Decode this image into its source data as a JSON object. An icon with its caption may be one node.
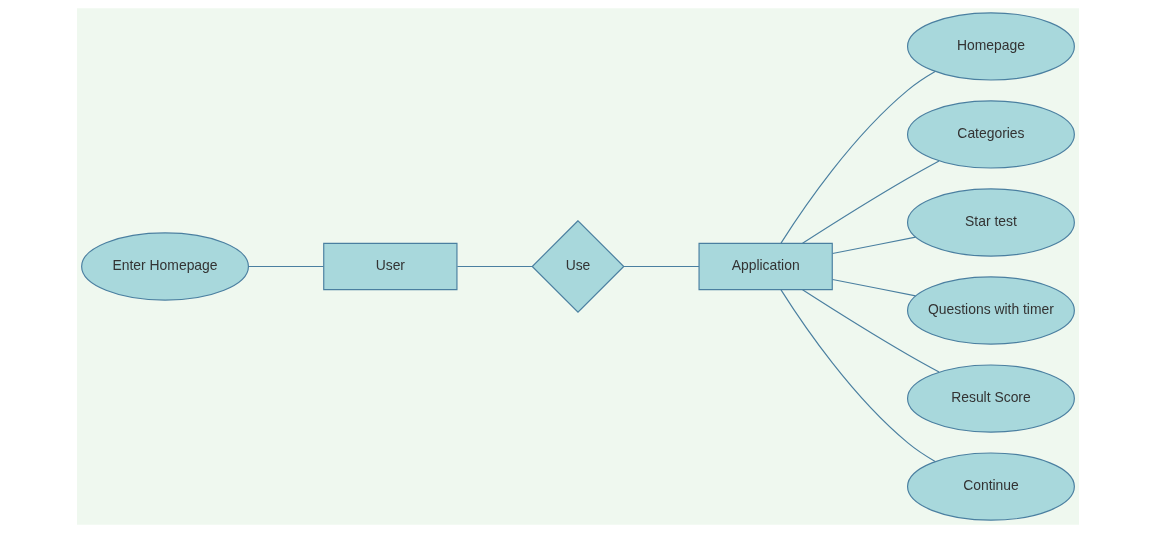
{
  "diagram": {
    "nodes": [
      {
        "text": [
          "Enter Homepage"
        ]
      },
      {
        "text": [
          "User"
        ]
      },
      {
        "text": [
          "Use"
        ]
      },
      {
        "text": [
          "Application"
        ]
      },
      {
        "text": [
          "Homepage"
        ]
      },
      {
        "text": [
          "Categories"
        ]
      },
      {
        "text": [
          "Star test"
        ]
      },
      {
        "text": [
          "Questions with timer"
        ]
      },
      {
        "text": [
          "Result Score"
        ]
      },
      {
        "text": [
          "Continue"
        ]
      }
    ],
    "edges": [
      {
        "from": 0,
        "to": 1,
        "arrow": "none"
      },
      {
        "from": 1,
        "to": 2,
        "arrow": "none"
      },
      {
        "from": 2,
        "to": 3,
        "arrow": "none"
      },
      {
        "from": 3,
        "to": 4,
        "arrow": "none"
      },
      {
        "from": 3,
        "to": 5,
        "arrow": "none"
      },
      {
        "from": 3,
        "to": 6,
        "arrow": "none"
      },
      {
        "from": 3,
        "to": 7,
        "arrow": "none"
      },
      {
        "from": 3,
        "to": 8,
        "arrow": "none"
      },
      {
        "from": 3,
        "to": 9,
        "arrow": "none"
      }
    ]
  }
}
